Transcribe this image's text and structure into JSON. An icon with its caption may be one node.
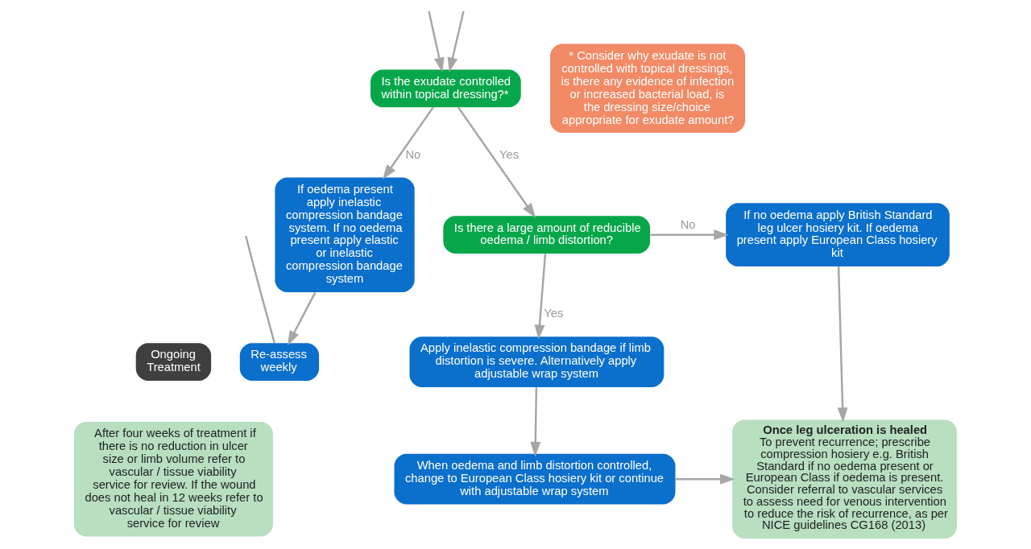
{
  "diagram": {
    "nodes": [
      {
        "text": [
          "Ongoing Treatment"
        ]
      },
      {
        "text": [
          "Is the exudate controlled within topical dressing?*"
        ]
      },
      {
        "text": [
          "If oedema present apply inelastic compression bandage system. If no oedema present apply elastic or inelastic compression bandage system"
        ]
      },
      {
        "text": [
          "* Consider why exudate is not controlled with topical dressings, is there any evidence of infection or increased bacterial load, is the dressing size/choice appropriate for exudate amount?"
        ]
      },
      {
        "text": [
          "Is there a large amount of reducible oedema / limb distortion?"
        ]
      },
      {
        "text": [
          "If no oedema apply British Standard leg ulcer hosiery kit. If oedema present apply European Class hosiery kit"
        ]
      },
      {
        "text": [
          "Re-assess weekly"
        ]
      },
      {
        "text": [
          "Apply inelastic compression bandage if limb distortion is severe. Alternatively apply adjustable wrap system"
        ]
      },
      {
        "text": [
          "After four weeks of treatment if there is no reduction in ulcer size or limb volume refer to vascular / tissue viability service for review. If the wound does not heal in 12 weeks refer to vascular / tissue viability service for review"
        ]
      },
      {
        "text": [
          "When oedema and limb distortion controlled, change to European Class hosiery kit or continue with adjustable wrap system"
        ]
      },
      {
        "text": [
          "Once leg ulceration is healed",
          "To prevent recurrence; prescribe compression hosiery e.g. British Standard if no oedema present or European Class if oedema is present. Consider referral to vascular services to assess need for venous intervention to reduce the risk of recurrence, as per NICE guidelines CG168 (2013)"
        ]
      }
    ],
    "edges": [
      {
        "from": null,
        "to": 1,
        "arrow": "to"
      },
      {
        "from": null,
        "to": 1,
        "arrow": "to"
      },
      {
        "from": 1,
        "to": 2,
        "arrow": "to",
        "label": "No"
      },
      {
        "from": 1,
        "to": 4,
        "arrow": "to",
        "label": "Yes"
      },
      {
        "from": 4,
        "to": 5,
        "arrow": "to",
        "label": "No"
      },
      {
        "from": 4,
        "to": 7,
        "arrow": "to",
        "label": "Yes"
      },
      {
        "from": 2,
        "to": 6,
        "arrow": "to"
      },
      {
        "from": null,
        "to": 6,
        "arrow": "none"
      },
      {
        "from": 5,
        "to": 10,
        "arrow": "to"
      },
      {
        "from": 7,
        "to": 9,
        "arrow": "to"
      },
      {
        "from": 9,
        "to": 10,
        "arrow": "to"
      }
    ]
  }
}
